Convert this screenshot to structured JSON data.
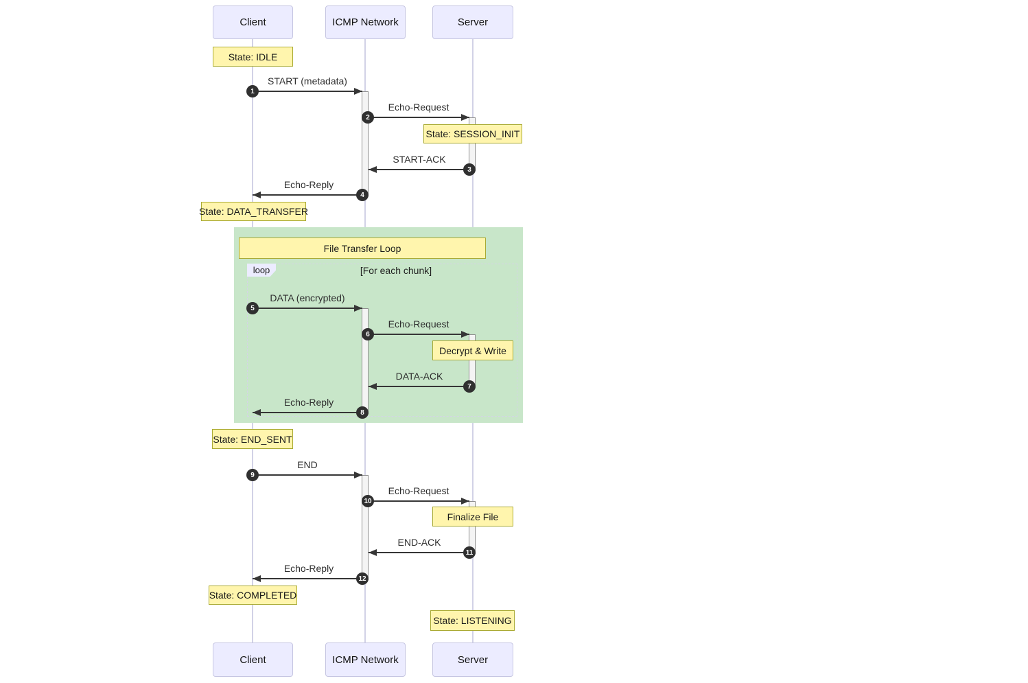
{
  "diagram": {
    "title_hint": "ICMP file transfer sequence",
    "actors": [
      {
        "name": "Client"
      },
      {
        "name": "ICMP Network"
      },
      {
        "name": "Server"
      }
    ],
    "messages": [
      {
        "num": "1",
        "label": "START (metadata)"
      },
      {
        "num": "2",
        "label": "Echo-Request"
      },
      {
        "num": "3",
        "label": "START-ACK"
      },
      {
        "num": "4",
        "label": "Echo-Reply"
      },
      {
        "num": "5",
        "label": "DATA (encrypted)"
      },
      {
        "num": "6",
        "label": "Echo-Request"
      },
      {
        "num": "7",
        "label": "DATA-ACK"
      },
      {
        "num": "8",
        "label": "Echo-Reply"
      },
      {
        "num": "9",
        "label": "END"
      },
      {
        "num": "10",
        "label": "Echo-Request"
      },
      {
        "num": "11",
        "label": "END-ACK"
      },
      {
        "num": "12",
        "label": "Echo-Reply"
      }
    ],
    "notes": [
      {
        "text": "State: IDLE"
      },
      {
        "text": "State: SESSION_INIT"
      },
      {
        "text": "State: DATA_TRANSFER"
      },
      {
        "text": "File Transfer Loop"
      },
      {
        "text": "Decrypt & Write"
      },
      {
        "text": "State: END_SENT"
      },
      {
        "text": "Finalize File"
      },
      {
        "text": "State: COMPLETED"
      },
      {
        "text": "State: LISTENING"
      }
    ],
    "loop": {
      "label": "loop",
      "condition": "[For each chunk]"
    },
    "colors": {
      "actor_fill": "#ECECFF",
      "actor_border": "#C6C6E2",
      "note_fill": "#FFF5AD",
      "note_border": "#AAAA33",
      "loop_background": "#C8E6C9",
      "loop_border": "#D4D4E6",
      "signal": "#363636",
      "number_badge": "#303030",
      "lifeline": "#D2D2E6",
      "activation_fill": "#F4F4F4"
    }
  }
}
